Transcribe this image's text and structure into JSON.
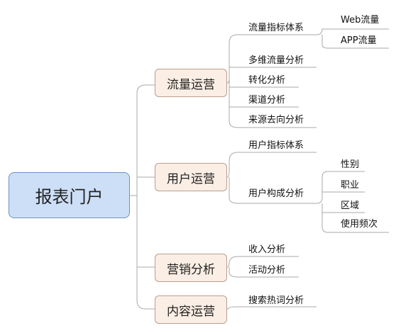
{
  "root": "报表门户",
  "branches": [
    {
      "label": "流量运营",
      "children": [
        {
          "label": "流量指标体系",
          "children": [
            "Web流量",
            "APP流量"
          ]
        },
        {
          "label": "多维流量分析"
        },
        {
          "label": "转化分析"
        },
        {
          "label": "渠道分析"
        },
        {
          "label": "来源去向分析"
        }
      ]
    },
    {
      "label": "用户运营",
      "children": [
        {
          "label": "用户指标体系"
        },
        {
          "label": "用户构成分析",
          "children": [
            "性别",
            "职业",
            "区域",
            "使用频次"
          ]
        }
      ]
    },
    {
      "label": "营销分析",
      "children": [
        {
          "label": "收入分析"
        },
        {
          "label": "活动分析"
        }
      ]
    },
    {
      "label": "内容运营",
      "children": [
        {
          "label": "搜索热词分析"
        }
      ]
    }
  ],
  "colors": {
    "line": "#a9a9a9",
    "root_fill": "#cddff7",
    "branch_fill": "#fbeee4"
  }
}
